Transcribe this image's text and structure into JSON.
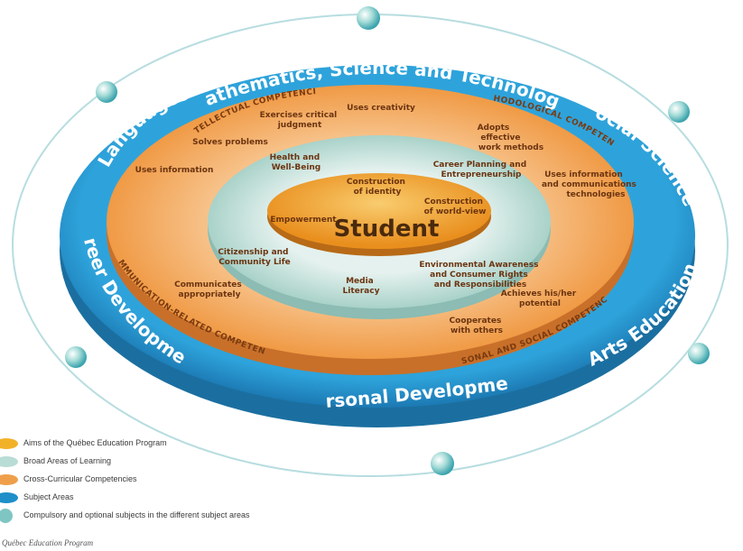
{
  "center": {
    "student": "Student"
  },
  "subject_areas": {
    "top": "Mathematics, Science and Technology",
    "top_left": "Languages",
    "top_right": "Social Sciences",
    "left": "Career Development",
    "right": "Arts Education",
    "bottom": "Personal Development"
  },
  "competency_headings": {
    "intellectual": "INTELLECTUAL COMPETENCIES",
    "methodological": "METHODOLOGICAL COMPETENCIES",
    "communication": "COMMUNICATION-RELATED COMPETENCY",
    "personal_social": "PERSONAL AND SOCIAL COMPETENCIES"
  },
  "competencies": {
    "exercises_critical": [
      "Exercises critical",
      "judgment"
    ],
    "uses_creativity": "Uses creativity",
    "solves_problems": "Solves problems",
    "uses_information": "Uses information",
    "adopts_methods": [
      "Adopts",
      "effective",
      "work methods"
    ],
    "uses_ict": [
      "Uses information",
      "and communications",
      "technologies"
    ],
    "communicates": [
      "Communicates",
      "appropriately"
    ],
    "achieves_potential": [
      "Achieves his/her",
      "potential"
    ],
    "cooperates": [
      "Cooperates",
      "with others"
    ]
  },
  "broad_areas": {
    "health": [
      "Health and",
      "Well-Being"
    ],
    "career_planning": [
      "Career Planning and",
      "Entrepreneurship"
    ],
    "environmental": [
      "Environmental Awareness",
      "and Consumer Rights",
      "and Responsibilities"
    ],
    "media": [
      "Media",
      "Literacy"
    ],
    "citizenship": [
      "Citizenship and",
      "Community Life"
    ]
  },
  "aims": {
    "identity": [
      "Construction",
      "of identity"
    ],
    "world_view": [
      "Construction",
      "of world-view"
    ],
    "empowerment": "Empowerment"
  },
  "legend": [
    {
      "label": "Aims of the Québec Education Program",
      "color": "#f2b228"
    },
    {
      "label": "Broad Areas of Learning",
      "color": "#b9dcd6"
    },
    {
      "label": "Cross-Curricular Competencies",
      "color": "#ef9f4a"
    },
    {
      "label": "Subject Areas",
      "color": "#1e8fc8"
    },
    {
      "label": "Compulsory and optional subjects in the different subject areas",
      "color": "#7fc6c3"
    }
  ],
  "caption": "Québec Education Program",
  "colors": {
    "subject_ring": "#2a9ad2",
    "subject_ring_dark": "#1b6fa0",
    "competency_ring": "#f3a75a",
    "competency_light": "#f8c894",
    "broad_area": "#cbe4de",
    "aims": "#f1a73a",
    "orbit": "#b7dde0"
  }
}
